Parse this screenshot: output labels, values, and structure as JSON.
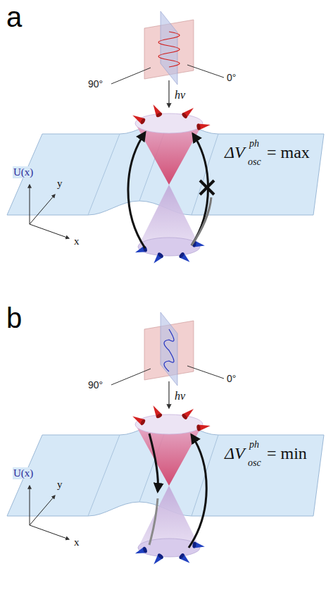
{
  "diagram": {
    "labels": [
      "a",
      "90°",
      "0°",
      "hν",
      "ΔV",
      "ph",
      "osc",
      "= max",
      "U(x)",
      "y",
      "x",
      "b",
      "90°",
      "0°",
      "hν",
      "ΔV",
      "ph",
      "osc",
      "= min",
      "U(x)",
      "y",
      "x"
    ]
  }
}
